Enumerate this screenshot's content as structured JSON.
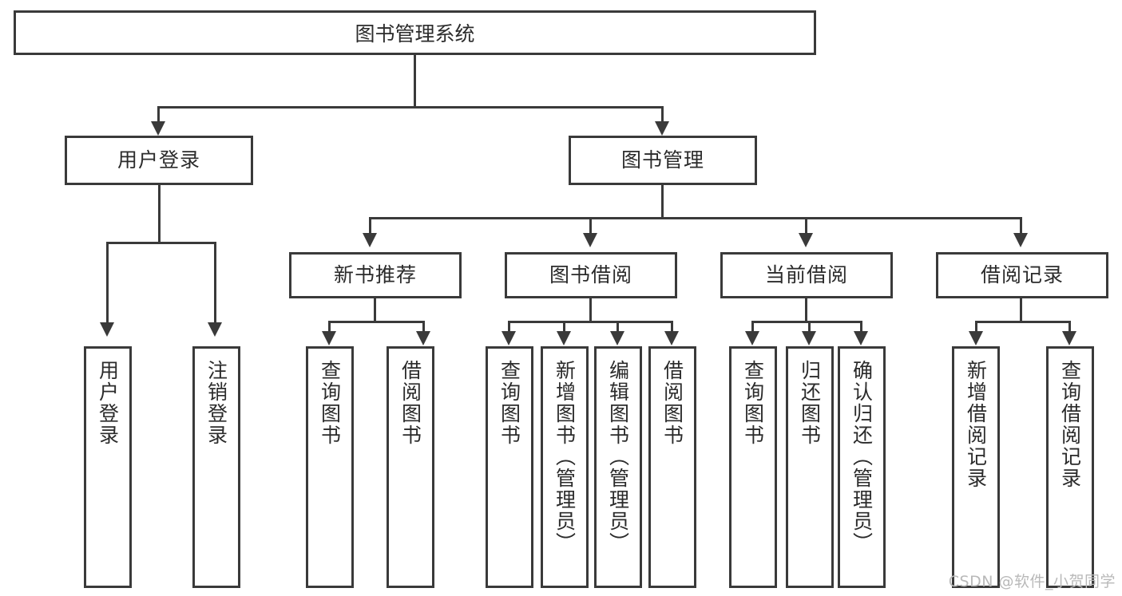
{
  "diagram": {
    "title": "图书管理系统",
    "root": {
      "label": "图书管理系统"
    },
    "level2": [
      {
        "label": "用户登录"
      },
      {
        "label": "图书管理"
      }
    ],
    "level3": [
      {
        "label": "新书推荐"
      },
      {
        "label": "图书借阅"
      },
      {
        "label": "当前借阅"
      },
      {
        "label": "借阅记录"
      }
    ],
    "leaves": {
      "user_login": [
        {
          "label": "用户登录"
        },
        {
          "label": "注销登录"
        }
      ],
      "new_book_recommend": [
        {
          "label": "查询图书"
        },
        {
          "label": "借阅图书"
        }
      ],
      "book_borrow": [
        {
          "label": "查询图书"
        },
        {
          "label": "新增图书（管理员）"
        },
        {
          "label": "编辑图书（管理员）"
        },
        {
          "label": "借阅图书"
        }
      ],
      "current_borrow": [
        {
          "label": "查询图书"
        },
        {
          "label": "归还图书"
        },
        {
          "label": "确认归还（管理员）"
        }
      ],
      "borrow_record": [
        {
          "label": "新增借阅记录"
        },
        {
          "label": "查询借阅记录"
        }
      ]
    }
  },
  "watermark": {
    "text": "CSDN @软件_小贺同学"
  },
  "colors": {
    "stroke": "#3a3a3a",
    "text": "#2b2b2b",
    "background": "#ffffff",
    "watermark": "#b9b9b9"
  }
}
